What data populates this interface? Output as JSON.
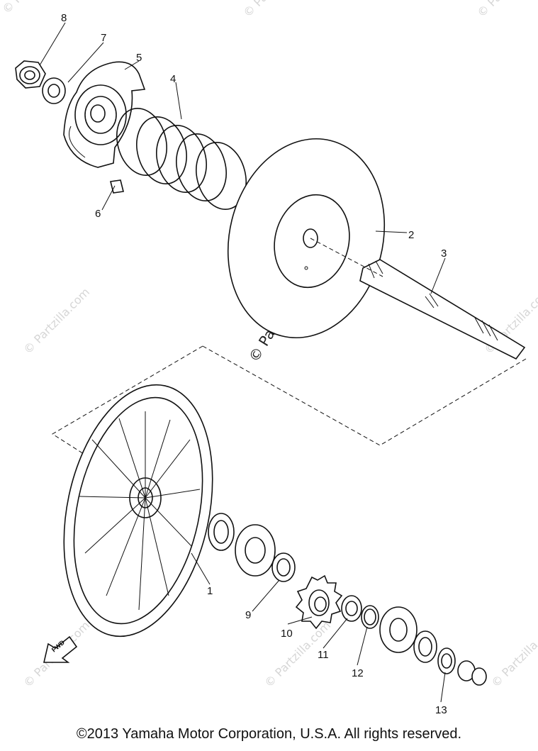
{
  "callouts": {
    "c1": "1",
    "c2": "2",
    "c3": "3",
    "c4": "4",
    "c5": "5",
    "c6": "6",
    "c7": "7",
    "c8": "8",
    "c9": "9",
    "c10": "10",
    "c11": "11",
    "c12": "12",
    "c13": "13"
  },
  "watermark": {
    "center": "© Partzilla.com",
    "tile": "© Partzilla.com"
  },
  "fwd_label": "FWD",
  "copyright": "©2013 Yamaha Motor Corporation, U.S.A. All rights reserved."
}
